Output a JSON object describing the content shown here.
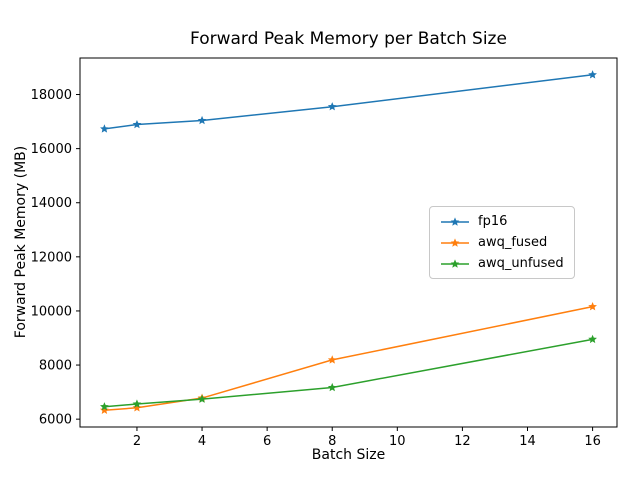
{
  "figure": {
    "background": "#ffffff"
  },
  "chart_data": {
    "type": "line",
    "title": "Forward Peak Memory per Batch Size",
    "xlabel": "Batch Size",
    "ylabel": "Forward Peak Memory (MB)",
    "x": [
      1,
      2,
      4,
      8,
      16
    ],
    "series": [
      {
        "name": "fp16",
        "color": "#1f77b4",
        "values": [
          16730,
          16890,
          17040,
          17550,
          18730
        ]
      },
      {
        "name": "awq_fused",
        "color": "#ff7f0e",
        "values": [
          6330,
          6420,
          6780,
          8190,
          10160
        ]
      },
      {
        "name": "awq_unfused",
        "color": "#2ca02c",
        "values": [
          6460,
          6560,
          6740,
          7170,
          8950
        ]
      }
    ],
    "marker": "star",
    "xticks": [
      2,
      4,
      6,
      8,
      10,
      12,
      14,
      16
    ],
    "yticks": [
      6000,
      8000,
      10000,
      12000,
      14000,
      16000,
      18000
    ],
    "xlim": [
      0.25,
      16.75
    ],
    "ylim": [
      5710,
      19350
    ],
    "grid": false,
    "legend": {
      "position": "center-right",
      "entries": [
        "fp16",
        "awq_fused",
        "awq_unfused"
      ]
    }
  }
}
